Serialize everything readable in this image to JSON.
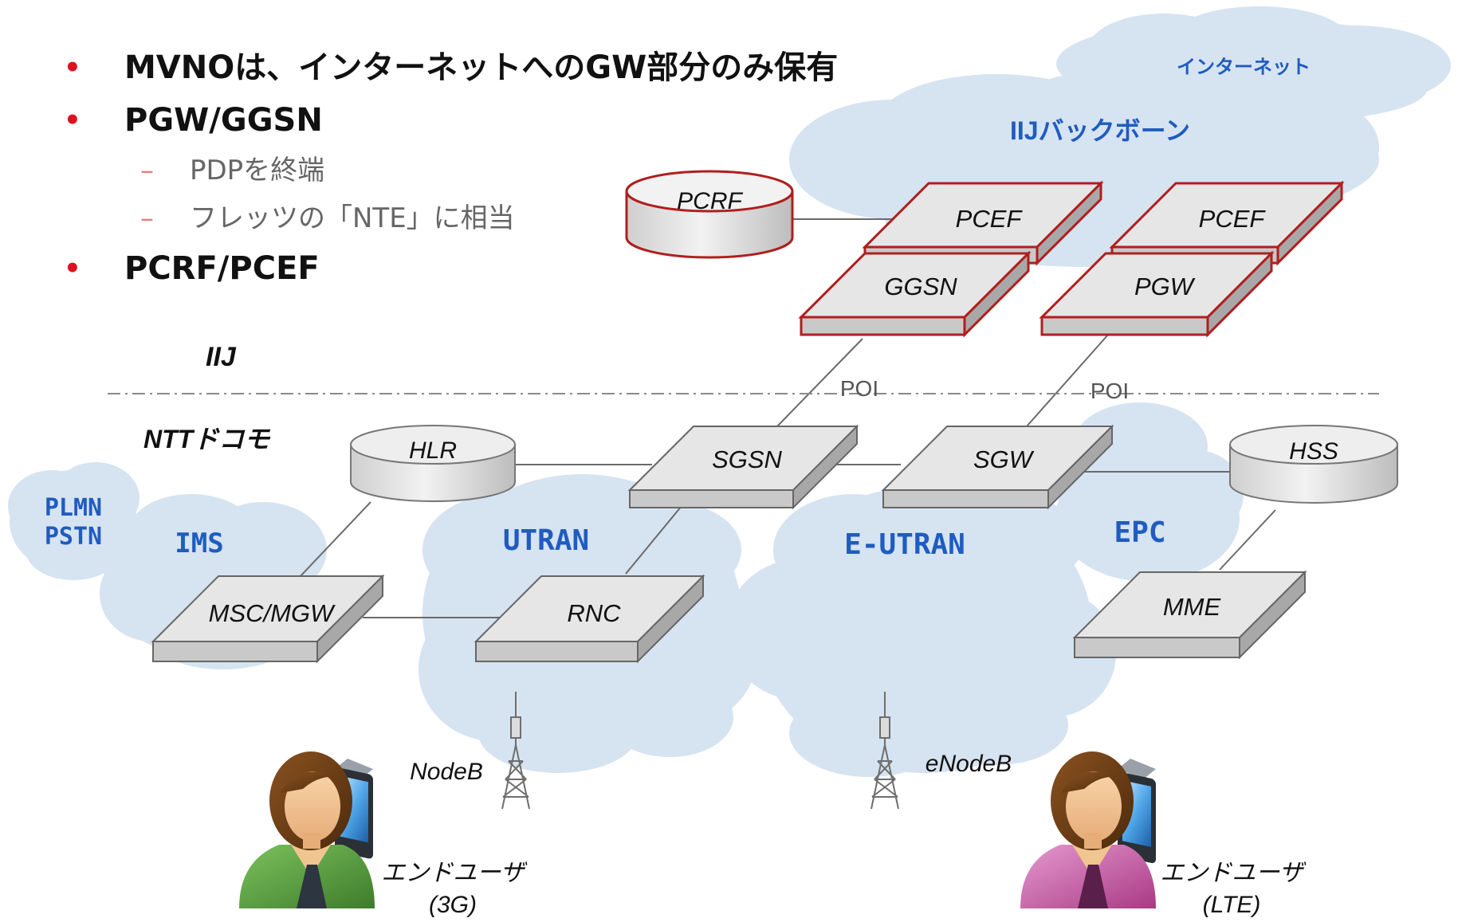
{
  "bullets": [
    {
      "level": 1,
      "marker": "•",
      "text": "MVNOは、インターネットへのGW部分のみ保有"
    },
    {
      "level": 1,
      "marker": "•",
      "text": "PGW/GGSN"
    },
    {
      "level": 2,
      "marker": "–",
      "text": "PDPを終端"
    },
    {
      "level": 2,
      "marker": "–",
      "text": "フレッツの「NTE」に相当"
    },
    {
      "level": 1,
      "marker": "•",
      "text": "PCRF/PCEF"
    }
  ],
  "domains": {
    "iij": "IIJ",
    "docomo": "NTTドコモ"
  },
  "clouds": {
    "internet": "インターネット",
    "backbone": "IIJバックボーン",
    "plmn": "PLMN",
    "pstn": "PSTN",
    "ims": "IMS",
    "utran": "UTRAN",
    "eutran": "E-UTRAN",
    "epc": "EPC"
  },
  "nodes": {
    "pcrf": "PCRF",
    "pcef1": "PCEF",
    "ggsn": "GGSN",
    "pcef2": "PCEF",
    "pgw": "PGW",
    "hlr": "HLR",
    "sgsn": "SGSN",
    "sgw": "SGW",
    "hss": "HSS",
    "msc": "MSC/MGW",
    "rnc": "RNC",
    "mme": "MME"
  },
  "poi": {
    "left": "POI",
    "right": "POI"
  },
  "antennas": {
    "nodeb": "NodeB",
    "enodeb": "eNodeB"
  },
  "users": {
    "user3g": {
      "label": "エンドユーザ",
      "sub": "(3G)"
    },
    "userlte": {
      "label": "エンドユーザ",
      "sub": "(LTE)"
    }
  },
  "colors": {
    "bullet_red": "#e0101f",
    "cloud_fill": "#d6e3f1",
    "cloud_text": "#1f5cc0",
    "gateway_border": "#b11e1e",
    "box_top": "#e6e6e6",
    "box_side": "#a8a8a8",
    "user_green": "#4f9a3a",
    "user_pink": "#c24a98"
  }
}
